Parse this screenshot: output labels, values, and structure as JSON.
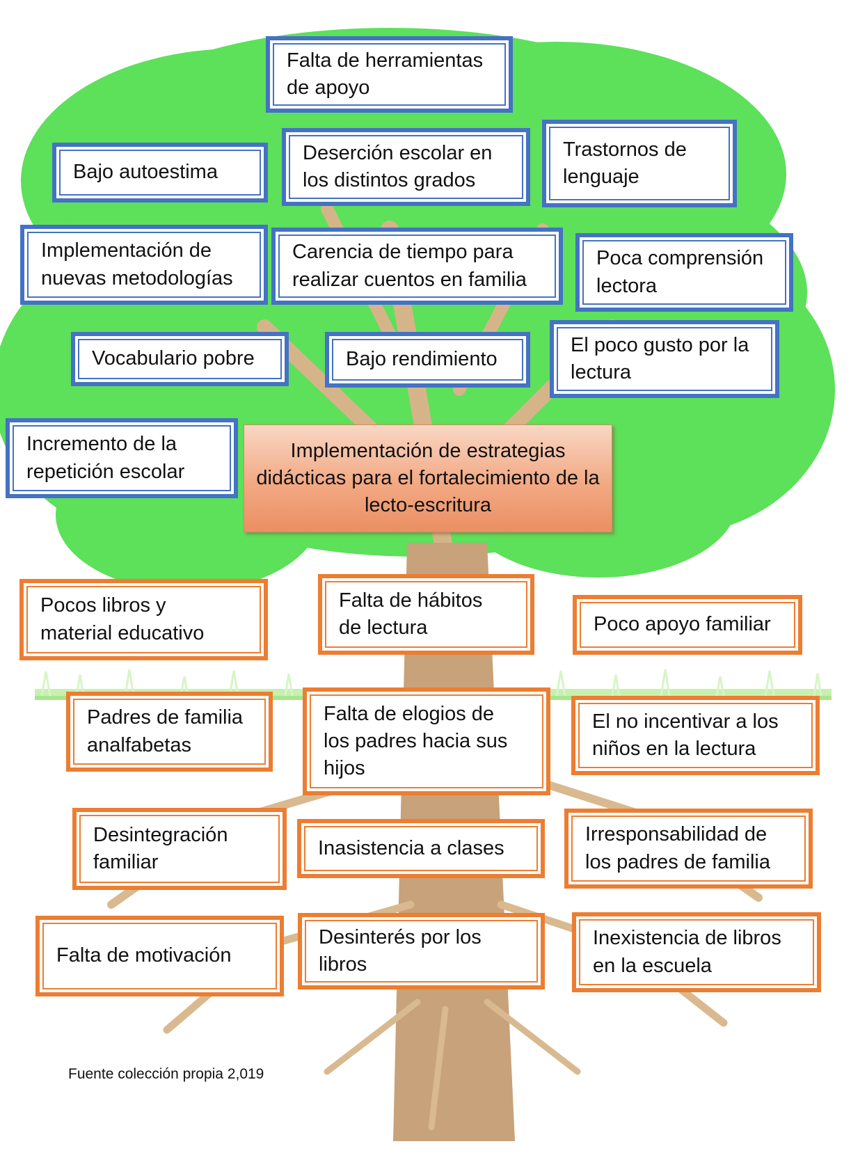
{
  "central_problem": "Implementación de estrategias didácticas para el fortalecimiento de la lecto-escritura",
  "effects": [
    "Falta de herramientas\nde apoyo",
    "Bajo autoestima",
    "Deserción escolar en\nlos distintos grados",
    "Trastornos de\nlenguaje",
    "Implementación de\nnuevas metodologías",
    "Carencia de tiempo para\nrealizar cuentos en familia",
    "Poca comprensión\nlectora",
    "Vocabulario pobre",
    "Bajo rendimiento",
    "El poco gusto por la\nlectura",
    "Incremento de la\nrepetición escolar"
  ],
  "causes": [
    "Pocos libros y\nmaterial educativo",
    "Falta de hábitos\nde lectura",
    "Poco apoyo familiar",
    "Padres de familia\nanalfabetas",
    "Falta de elogios de\nlos padres hacia sus\nhijos",
    "El no incentivar a los\nniños en la lectura",
    "Desintegración\nfamiliar",
    "Inasistencia a clases",
    "Irresponsabilidad de\nlos padres de familia",
    "Falta de motivación",
    "Desinterés por los\nlibros",
    "Inexistencia de libros\nen la escuela"
  ],
  "caption": "Fuente colección propia 2,019",
  "colors": {
    "effect_border": "#4472C4",
    "cause_border": "#ED7D31",
    "foliage": "#5DE05A",
    "trunk": "#C8A27A",
    "roots": "#D9B98F",
    "grass": "#BFEFA0"
  }
}
